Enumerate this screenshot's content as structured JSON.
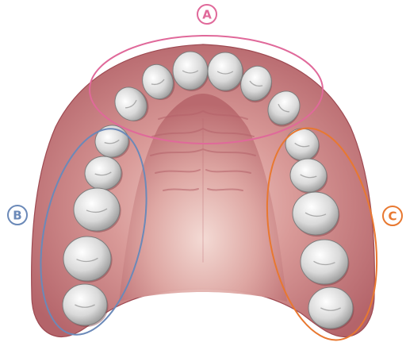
{
  "colors": {
    "background": "#ffffff",
    "gum": "#c9797c",
    "gum_dark": "#a8555b",
    "palate_light": "#e8c3bf",
    "tooth": "#e3e3e3",
    "tooth_shadow": "#8c8c8c",
    "region_a": "#e0699a",
    "region_b": "#6b89b8",
    "region_c": "#e87830"
  },
  "regions": [
    {
      "id": "a",
      "label": "A",
      "color": "#e0699a"
    },
    {
      "id": "b",
      "label": "B",
      "color": "#6b89b8"
    },
    {
      "id": "c",
      "label": "C",
      "color": "#e87830"
    }
  ],
  "image": {
    "subject": "upper-dental-arch-occlusal-view"
  }
}
